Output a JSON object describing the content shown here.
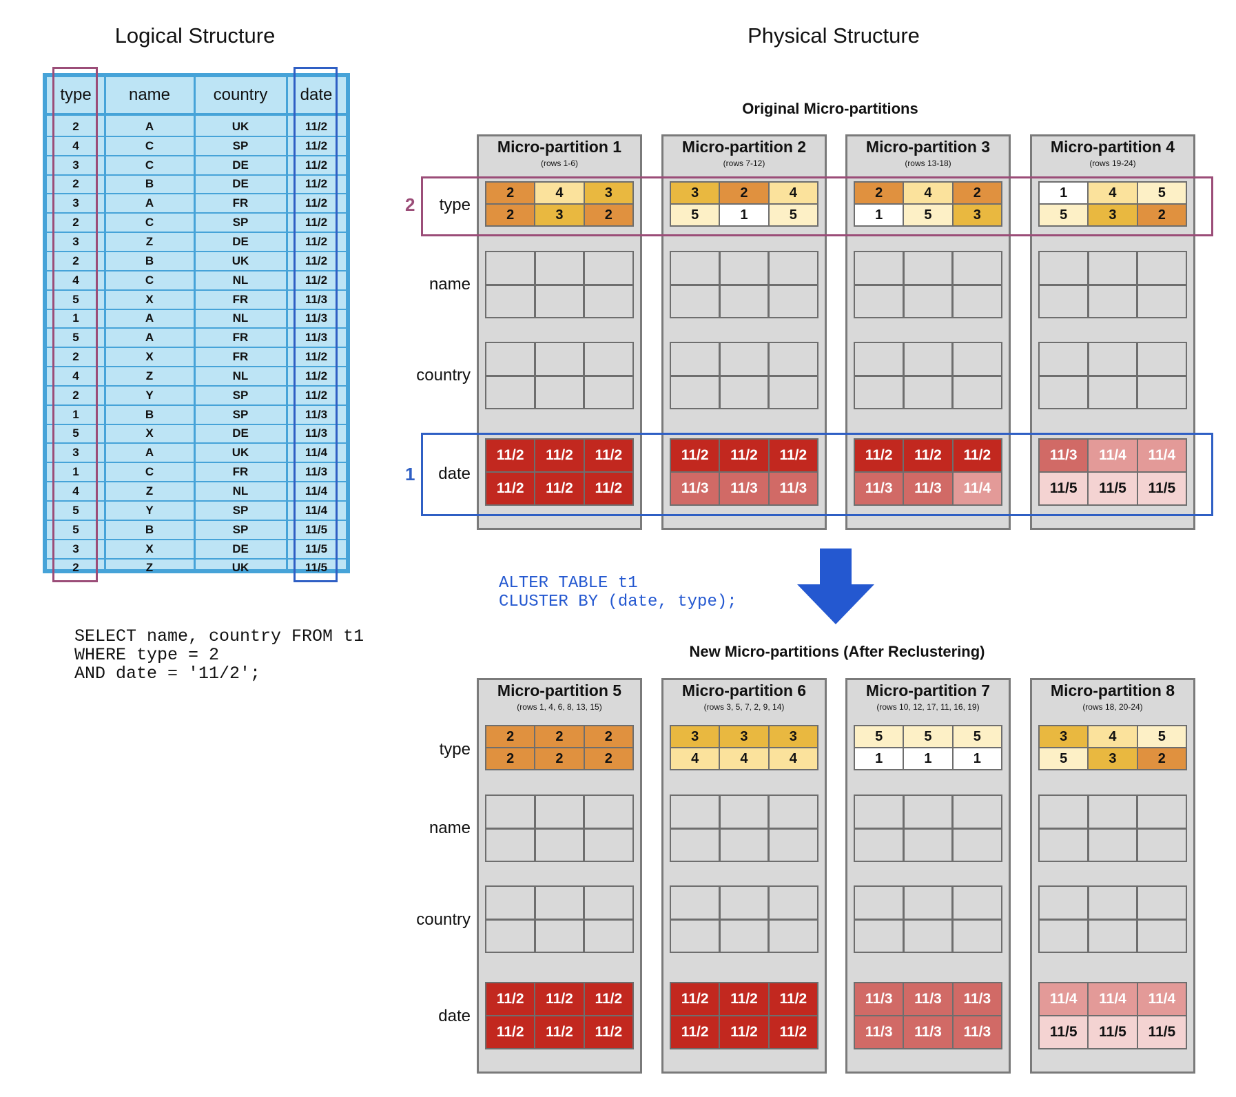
{
  "logical": {
    "title": "Logical Structure",
    "columns": [
      "type",
      "name",
      "country",
      "date"
    ],
    "rows": [
      [
        "2",
        "A",
        "UK",
        "11/2"
      ],
      [
        "4",
        "C",
        "SP",
        "11/2"
      ],
      [
        "3",
        "C",
        "DE",
        "11/2"
      ],
      [
        "2",
        "B",
        "DE",
        "11/2"
      ],
      [
        "3",
        "A",
        "FR",
        "11/2"
      ],
      [
        "2",
        "C",
        "SP",
        "11/2"
      ],
      [
        "3",
        "Z",
        "DE",
        "11/2"
      ],
      [
        "2",
        "B",
        "UK",
        "11/2"
      ],
      [
        "4",
        "C",
        "NL",
        "11/2"
      ],
      [
        "5",
        "X",
        "FR",
        "11/3"
      ],
      [
        "1",
        "A",
        "NL",
        "11/3"
      ],
      [
        "5",
        "A",
        "FR",
        "11/3"
      ],
      [
        "2",
        "X",
        "FR",
        "11/2"
      ],
      [
        "4",
        "Z",
        "NL",
        "11/2"
      ],
      [
        "2",
        "Y",
        "SP",
        "11/2"
      ],
      [
        "1",
        "B",
        "SP",
        "11/3"
      ],
      [
        "5",
        "X",
        "DE",
        "11/3"
      ],
      [
        "3",
        "A",
        "UK",
        "11/4"
      ],
      [
        "1",
        "C",
        "FR",
        "11/3"
      ],
      [
        "4",
        "Z",
        "NL",
        "11/4"
      ],
      [
        "5",
        "Y",
        "SP",
        "11/4"
      ],
      [
        "5",
        "B",
        "SP",
        "11/5"
      ],
      [
        "3",
        "X",
        "DE",
        "11/5"
      ],
      [
        "2",
        "Z",
        "UK",
        "11/5"
      ]
    ]
  },
  "query": {
    "line1": "SELECT name, country FROM t1",
    "line2": "WHERE type = 2",
    "line3": "AND date = '11/2';"
  },
  "physical": {
    "title": "Physical Structure",
    "original_heading": "Original Micro-partitions",
    "new_heading": "New Micro-partitions (After Reclustering)",
    "row_labels": {
      "type": "type",
      "name": "name",
      "country": "country",
      "date": "date"
    },
    "marker_type": "2",
    "marker_date": "1",
    "command_line1": "ALTER TABLE t1",
    "command_line2": "CLUSTER BY (date, type);",
    "original": [
      {
        "title": "Micro-partition 1",
        "rows": "(rows 1-6)",
        "type": [
          "2",
          "4",
          "3",
          "2",
          "3",
          "2"
        ],
        "date": [
          "11/2",
          "11/2",
          "11/2",
          "11/2",
          "11/2",
          "11/2"
        ]
      },
      {
        "title": "Micro-partition 2",
        "rows": "(rows 7-12)",
        "type": [
          "3",
          "2",
          "4",
          "5",
          "1",
          "5"
        ],
        "date": [
          "11/2",
          "11/2",
          "11/2",
          "11/3",
          "11/3",
          "11/3"
        ]
      },
      {
        "title": "Micro-partition 3",
        "rows": "(rows 13-18)",
        "type": [
          "2",
          "4",
          "2",
          "1",
          "5",
          "3"
        ],
        "date": [
          "11/2",
          "11/2",
          "11/2",
          "11/3",
          "11/3",
          "11/4"
        ]
      },
      {
        "title": "Micro-partition 4",
        "rows": "(rows 19-24)",
        "type": [
          "1",
          "4",
          "5",
          "5",
          "3",
          "2"
        ],
        "date": [
          "11/3",
          "11/4",
          "11/4",
          "11/5",
          "11/5",
          "11/5"
        ]
      }
    ],
    "reclustered": [
      {
        "title": "Micro-partition 5",
        "rows": "(rows 1, 4, 6, 8, 13, 15)",
        "type": [
          "2",
          "2",
          "2",
          "2",
          "2",
          "2"
        ],
        "date": [
          "11/2",
          "11/2",
          "11/2",
          "11/2",
          "11/2",
          "11/2"
        ]
      },
      {
        "title": "Micro-partition 6",
        "rows": "(rows 3, 5, 7, 2, 9, 14)",
        "type": [
          "3",
          "3",
          "3",
          "4",
          "4",
          "4"
        ],
        "date": [
          "11/2",
          "11/2",
          "11/2",
          "11/2",
          "11/2",
          "11/2"
        ]
      },
      {
        "title": "Micro-partition 7",
        "rows": "(rows 10, 12, 17, 11, 16, 19)",
        "type": [
          "5",
          "5",
          "5",
          "1",
          "1",
          "1"
        ],
        "date": [
          "11/3",
          "11/3",
          "11/3",
          "11/3",
          "11/3",
          "11/3"
        ]
      },
      {
        "title": "Micro-partition 8",
        "rows": "(rows 18, 20-24)",
        "type": [
          "3",
          "4",
          "5",
          "5",
          "3",
          "2"
        ],
        "date": [
          "11/4",
          "11/4",
          "11/4",
          "11/5",
          "11/5",
          "11/5"
        ]
      }
    ]
  },
  "colors": {
    "type": {
      "1": "#ffffff",
      "2": "#e0913f",
      "3": "#e9b840",
      "4": "#fbe29c",
      "5": "#fdf0c6"
    },
    "date": {
      "11/2": "#c2281f",
      "11/3": "#d16a66",
      "11/4": "#e39a98",
      "11/5": "#f4d3d2"
    },
    "date_text": {
      "11/2": "#ffffff",
      "11/3": "#ffffff",
      "11/4": "#ffffff",
      "11/5": "#111111"
    },
    "type_highlight": "#9b4d78",
    "date_highlight": "#2f5fc4",
    "arrow": "#2458d0",
    "command": "#2458d0"
  }
}
